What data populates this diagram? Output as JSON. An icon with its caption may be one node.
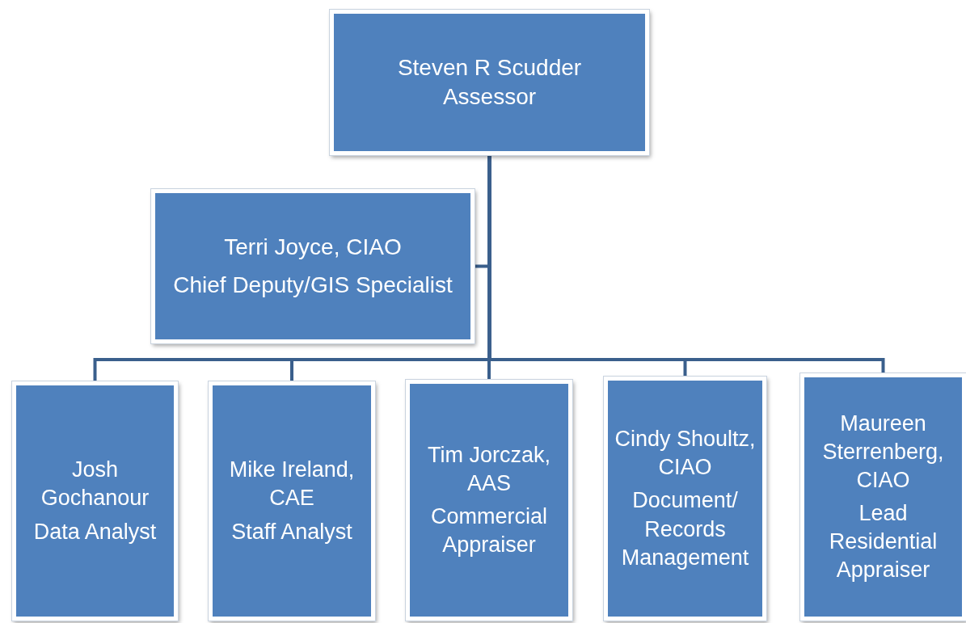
{
  "diagram": {
    "nodes": [
      {
        "text": [
          "Steven R Scudder",
          "Assessor"
        ]
      },
      {
        "text": [
          "Terri Joyce, CIAO",
          "Chief Deputy/GIS Specialist"
        ]
      },
      {
        "text": [
          "Josh Gochanour",
          "Data Analyst"
        ]
      },
      {
        "text": [
          "Mike Ireland, CAE",
          "Staff Analyst"
        ]
      },
      {
        "text": [
          "Tim Jorczak, AAS",
          "Commercial Appraiser"
        ]
      },
      {
        "text": [
          "Cindy Shoultz, CIAO",
          "Document/ Records Management"
        ]
      },
      {
        "text": [
          "Maureen Sterrenberg, CIAO",
          "Lead Residential Appraiser"
        ]
      }
    ],
    "edges": [
      {
        "from": 0,
        "to": 1,
        "arrow": "none"
      },
      {
        "from": 0,
        "to": 2,
        "arrow": "none"
      },
      {
        "from": 0,
        "to": 3,
        "arrow": "none"
      },
      {
        "from": 0,
        "to": 4,
        "arrow": "none"
      },
      {
        "from": 0,
        "to": 5,
        "arrow": "none"
      },
      {
        "from": 0,
        "to": 6,
        "arrow": "none"
      }
    ]
  }
}
